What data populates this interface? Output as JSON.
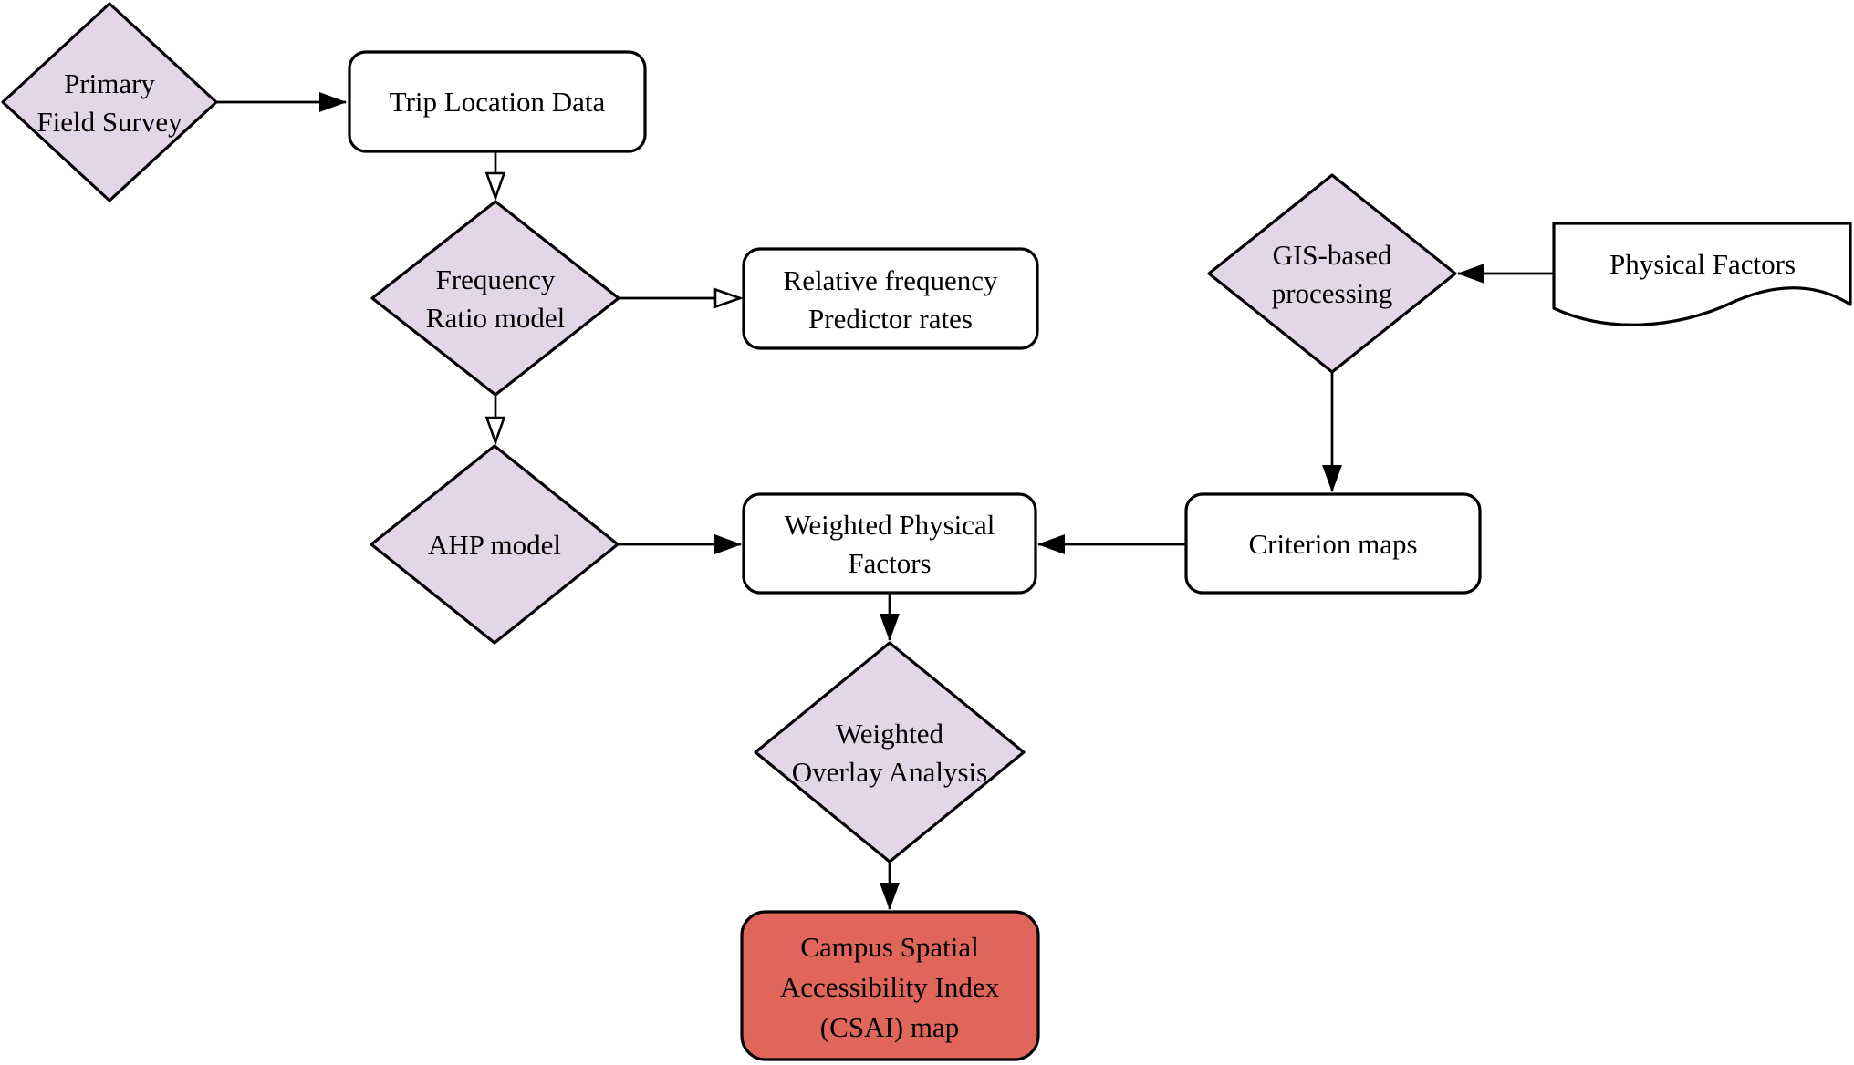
{
  "colors": {
    "decision_fill": "#E2D6E8",
    "process_fill": "#FFFFFF",
    "output_fill": "#E0665C",
    "stroke": "#000000",
    "text": "#000000",
    "background": "#FFFFFF"
  },
  "nodes": {
    "primary_field_survey": {
      "shape": "diamond",
      "lines": [
        "Primary",
        "Field Survey"
      ]
    },
    "trip_location_data": {
      "shape": "rounded-rect",
      "lines": [
        "Trip Location Data"
      ]
    },
    "frequency_ratio_model": {
      "shape": "diamond",
      "lines": [
        "Frequency",
        "Ratio model"
      ]
    },
    "relative_frequency": {
      "shape": "rounded-rect",
      "lines": [
        "Relative frequency",
        "Predictor rates"
      ]
    },
    "ahp_model": {
      "shape": "diamond",
      "lines": [
        "AHP model"
      ]
    },
    "weighted_physical_factors": {
      "shape": "rounded-rect",
      "lines": [
        "Weighted Physical",
        "Factors"
      ]
    },
    "gis_processing": {
      "shape": "diamond",
      "lines": [
        "GIS-based",
        "processing"
      ]
    },
    "physical_factors": {
      "shape": "document",
      "lines": [
        "Physical Factors"
      ]
    },
    "criterion_maps": {
      "shape": "rounded-rect",
      "lines": [
        "Criterion maps"
      ]
    },
    "weighted_overlay_analysis": {
      "shape": "diamond",
      "lines": [
        "Weighted",
        "Overlay Analysis"
      ]
    },
    "csai_map": {
      "shape": "rounded-rect",
      "lines": [
        "Campus Spatial",
        "Accessibility Index",
        "(CSAI) map"
      ]
    }
  },
  "edges": [
    {
      "from": "primary_field_survey",
      "to": "trip_location_data",
      "head": "solid"
    },
    {
      "from": "trip_location_data",
      "to": "frequency_ratio_model",
      "head": "open"
    },
    {
      "from": "frequency_ratio_model",
      "to": "relative_frequency",
      "head": "open"
    },
    {
      "from": "frequency_ratio_model",
      "to": "ahp_model",
      "head": "open"
    },
    {
      "from": "ahp_model",
      "to": "weighted_physical_factors",
      "head": "solid"
    },
    {
      "from": "physical_factors",
      "to": "gis_processing",
      "head": "solid"
    },
    {
      "from": "gis_processing",
      "to": "criterion_maps",
      "head": "solid"
    },
    {
      "from": "criterion_maps",
      "to": "weighted_physical_factors",
      "head": "solid"
    },
    {
      "from": "weighted_physical_factors",
      "to": "weighted_overlay_analysis",
      "head": "solid"
    },
    {
      "from": "weighted_overlay_analysis",
      "to": "csai_map",
      "head": "solid"
    }
  ]
}
